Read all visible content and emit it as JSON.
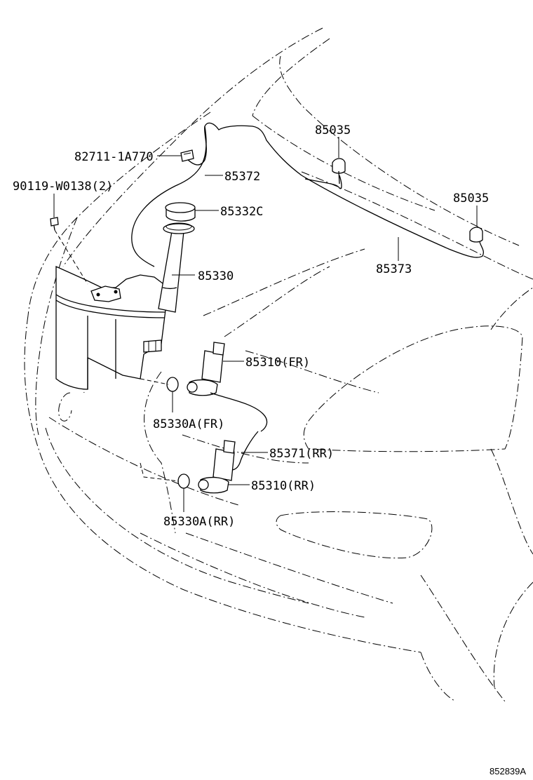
{
  "diagram": {
    "labels": {
      "p85035a": "85035",
      "p85035b": "85035",
      "p82711": "82711-1A770",
      "p85372": "85372",
      "p90119": "90119-W0138(2)",
      "p85332c": "85332C",
      "p85373": "85373",
      "p85330": "85330",
      "p85310fr": "85310(FR)",
      "p85330afr": "85330A(FR)",
      "p85371rr": "85371(RR)",
      "p85310rr": "85310(RR)",
      "p85330arr": "85330A(RR)"
    },
    "reference": "852839A"
  }
}
